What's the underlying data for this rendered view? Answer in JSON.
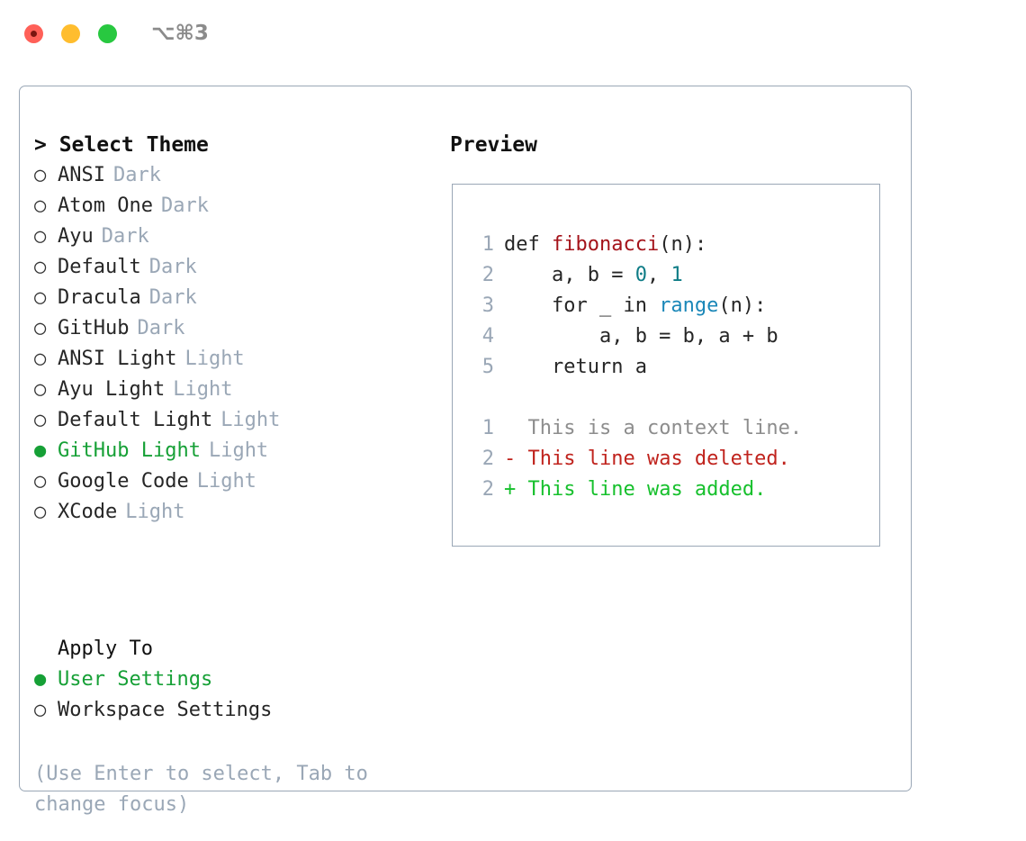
{
  "window": {
    "shortcut": "⌥⌘3",
    "traffic_lights": [
      "close",
      "minimize",
      "maximize"
    ],
    "colors": {
      "close": "#ff6058",
      "minimize": "#ffbd2e",
      "maximize": "#28c840",
      "border": "#9aa7b6",
      "accent_green": "#16a036",
      "muted": "#9aa7b6"
    }
  },
  "theme_list": {
    "header": "> Select Theme",
    "bullet_unselected": "○",
    "bullet_selected": "●",
    "items": [
      {
        "name": "ANSI",
        "tag": "Dark",
        "selected": false
      },
      {
        "name": "Atom One",
        "tag": "Dark",
        "selected": false
      },
      {
        "name": "Ayu",
        "tag": "Dark",
        "selected": false
      },
      {
        "name": "Default",
        "tag": "Dark",
        "selected": false
      },
      {
        "name": "Dracula",
        "tag": "Dark",
        "selected": false
      },
      {
        "name": "GitHub",
        "tag": "Dark",
        "selected": false
      },
      {
        "name": "ANSI Light",
        "tag": "Light",
        "selected": false
      },
      {
        "name": "Ayu Light",
        "tag": "Light",
        "selected": false
      },
      {
        "name": "Default Light",
        "tag": "Light",
        "selected": false
      },
      {
        "name": "GitHub Light",
        "tag": "Light",
        "selected": true
      },
      {
        "name": "Google Code",
        "tag": "Light",
        "selected": false
      },
      {
        "name": "XCode",
        "tag": "Light",
        "selected": false
      }
    ]
  },
  "apply_to": {
    "label": "Apply To",
    "options": [
      {
        "name": "User Settings",
        "selected": true
      },
      {
        "name": "Workspace Settings",
        "selected": false
      }
    ]
  },
  "hint": "(Use Enter to select, Tab to change focus)",
  "preview": {
    "title": "Preview",
    "code_lines": [
      {
        "number": "1",
        "tokens": [
          {
            "text": "def ",
            "type": "kw"
          },
          {
            "text": "fibonacci",
            "type": "fn"
          },
          {
            "text": "(n):",
            "type": "plain"
          }
        ]
      },
      {
        "number": "2",
        "tokens": [
          {
            "text": "    a, b = ",
            "type": "plain"
          },
          {
            "text": "0",
            "type": "num"
          },
          {
            "text": ", ",
            "type": "plain"
          },
          {
            "text": "1",
            "type": "num"
          }
        ]
      },
      {
        "number": "3",
        "tokens": [
          {
            "text": "    for _ in ",
            "type": "kw"
          },
          {
            "text": "range",
            "type": "call"
          },
          {
            "text": "(n):",
            "type": "plain"
          }
        ]
      },
      {
        "number": "4",
        "tokens": [
          {
            "text": "        a, b = b, a + b",
            "type": "plain"
          }
        ]
      },
      {
        "number": "5",
        "tokens": [
          {
            "text": "    return a",
            "type": "kw"
          }
        ]
      }
    ],
    "diff_lines": [
      {
        "number": "1",
        "marker": "  ",
        "text": "This is a context line.",
        "kind": "context"
      },
      {
        "number": "2",
        "marker": "- ",
        "text": "This line was deleted.",
        "kind": "deleted"
      },
      {
        "number": "2",
        "marker": "+ ",
        "text": "This line was added.",
        "kind": "added"
      }
    ]
  }
}
